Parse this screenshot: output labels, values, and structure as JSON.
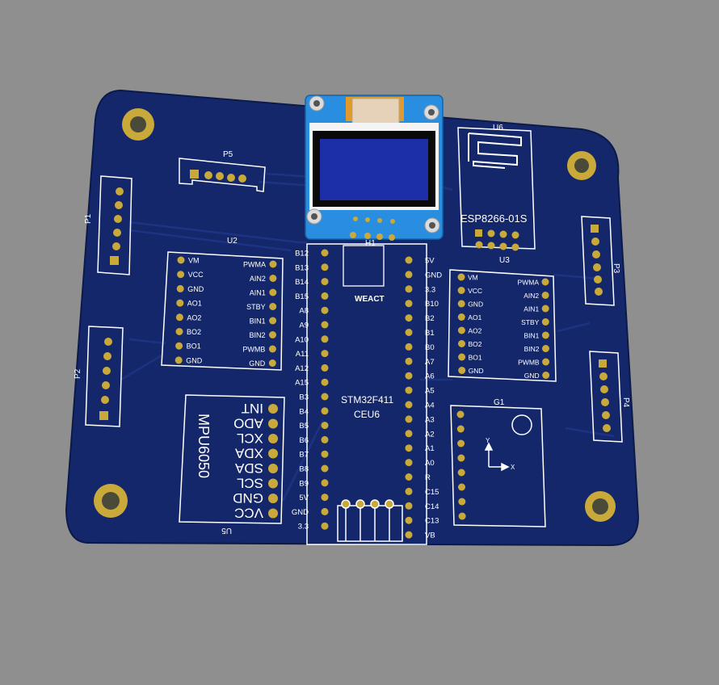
{
  "colors": {
    "background": "#8f8f8f",
    "board": "#14276a",
    "silkscreen": "#ffffff",
    "pad": "#c9a93a",
    "oled": "#1c2fa8"
  },
  "designators": {
    "p5": "P5",
    "p1": "P1",
    "p2": "P2",
    "p3": "P3",
    "p4": "P4",
    "u2": "U2",
    "u3": "U3",
    "u5": "U5",
    "u6": "U6",
    "g1": "G1",
    "h1": "H1"
  },
  "u2_left": [
    "VM",
    "VCC",
    "GND",
    "AO1",
    "AO2",
    "BO2",
    "BO1",
    "GND"
  ],
  "u2_right": [
    "PWMA",
    "AIN2",
    "AIN1",
    "STBY",
    "BIN1",
    "BIN2",
    "PWMB",
    "GND"
  ],
  "u3_left": [
    "VM",
    "VCC",
    "GND",
    "AO1",
    "AO2",
    "BO2",
    "BO1",
    "GND"
  ],
  "u3_right": [
    "PWMA",
    "AIN2",
    "AIN1",
    "STBY",
    "BIN1",
    "BIN2",
    "PWMB",
    "GND"
  ],
  "mcu_left": [
    "B12",
    "B13",
    "B14",
    "B15",
    "A8",
    "A9",
    "A10",
    "A11",
    "A12",
    "A15",
    "B3",
    "B4",
    "B5",
    "B6",
    "B7",
    "B8",
    "B9",
    "5V",
    "GND",
    "3.3"
  ],
  "mcu_right": [
    "5V",
    "GND",
    "3.3",
    "B10",
    "B2",
    "B1",
    "B0",
    "A7",
    "A6",
    "A5",
    "A4",
    "A3",
    "A2",
    "A1",
    "A0",
    "R",
    "C15",
    "C14",
    "C13",
    "VB"
  ],
  "mcu_texts": {
    "brand": "WEACT",
    "chip_line1": "STM32F411",
    "chip_line2": "CEU6"
  },
  "mpu_pins": [
    "INT",
    "ADO",
    "XCL",
    "XDA",
    "SDA",
    "SCL",
    "GND",
    "VCC"
  ],
  "mpu_name": "MPU6050",
  "esp_name": "ESP8266-01S",
  "gyro_axes": {
    "x": "X",
    "y": "Y"
  }
}
